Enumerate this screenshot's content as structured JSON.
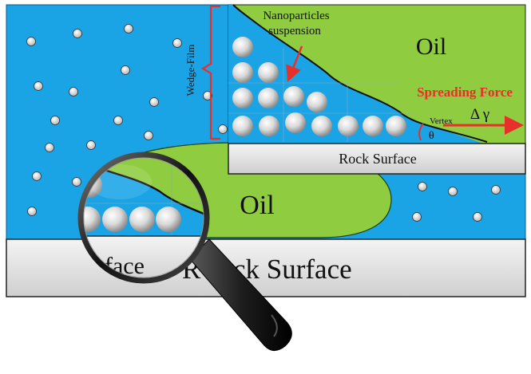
{
  "labels": {
    "oil_inset": "Oil",
    "oil_main": "Oil",
    "nanoparticles": "Nanoparticles",
    "suspension": "suspension",
    "wedge_film": "Wedge-Film",
    "spreading_force": "Spreading Force",
    "delta_gamma": "Δ γ",
    "vertex": "Vertex",
    "theta": "θ",
    "rock_surface_inset": "Rock Surface",
    "rock_surface_main_a": "R",
    "rock_surface_main_b": "ck Surface",
    "magnifier_surface": "face"
  },
  "colors": {
    "water": "#1aa4e6",
    "oil": "#8fcc3f",
    "rock": "#dcdcdc",
    "particle": "#c8c8c8",
    "accent_red": "#e8302a",
    "handle": "#222222"
  }
}
